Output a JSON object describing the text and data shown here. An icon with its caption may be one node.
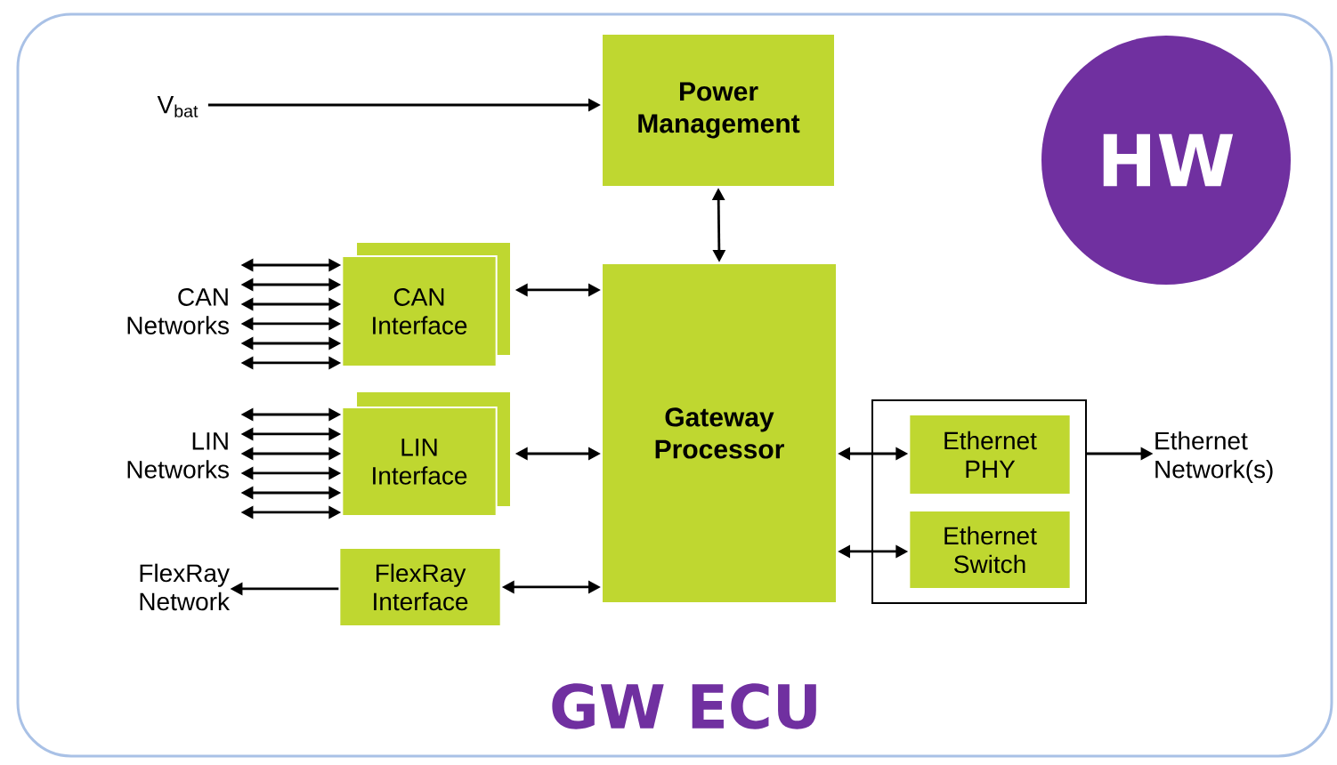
{
  "diagram": {
    "title": "GW ECU",
    "nodes": [
      {
        "text": [
          "V$_{bat}$"
        ]
      },
      {
        "text": [
          "Power Management"
        ]
      },
      {
        "text": [
          "CAN Networks"
        ]
      },
      {
        "text": [
          "CAN Interface"
        ]
      },
      {
        "text": [
          "Gateway Processor"
        ]
      },
      {
        "text": [
          "LIN Networks"
        ]
      },
      {
        "text": [
          "LIN Interface"
        ]
      },
      {
        "text": [
          "FlexRay Network"
        ]
      },
      {
        "text": [
          "FlexRay Interface"
        ]
      },
      {
        "text": [],
        "shape": "box"
      },
      {
        "text": [
          "Ethernet PHY"
        ],
        "in": 9
      },
      {
        "text": [
          "Ethernet Switch"
        ],
        "in": 9
      },
      {
        "text": [
          "Ethernet Network(s)"
        ]
      },
      {
        "text": [
          "HW"
        ]
      }
    ],
    "edges": [
      {
        "from": 0,
        "to": 1,
        "arrow": "to"
      },
      {
        "from": 1,
        "to": 4,
        "arrow": "both"
      },
      {
        "from": 2,
        "to": 3,
        "arrow": "both"
      },
      {
        "from": 2,
        "to": 3,
        "arrow": "both"
      },
      {
        "from": 2,
        "to": 3,
        "arrow": "both"
      },
      {
        "from": 2,
        "to": 3,
        "arrow": "both"
      },
      {
        "from": 2,
        "to": 3,
        "arrow": "both"
      },
      {
        "from": 2,
        "to": 3,
        "arrow": "both"
      },
      {
        "from": 3,
        "to": 4,
        "arrow": "both"
      },
      {
        "from": 5,
        "to": 6,
        "arrow": "both"
      },
      {
        "from": 5,
        "to": 6,
        "arrow": "both"
      },
      {
        "from": 5,
        "to": 6,
        "arrow": "both"
      },
      {
        "from": 5,
        "to": 6,
        "arrow": "both"
      },
      {
        "from": 5,
        "to": 6,
        "arrow": "both"
      },
      {
        "from": 5,
        "to": 6,
        "arrow": "both"
      },
      {
        "from": 6,
        "to": 4,
        "arrow": "both"
      },
      {
        "from": 8,
        "to": 7,
        "arrow": "to"
      },
      {
        "from": 8,
        "to": 4,
        "arrow": "both"
      },
      {
        "from": 4,
        "to": 10,
        "arrow": "both"
      },
      {
        "from": 4,
        "to": 11,
        "arrow": "both"
      },
      {
        "from": 9,
        "to": 12,
        "arrow": "to"
      }
    ]
  }
}
